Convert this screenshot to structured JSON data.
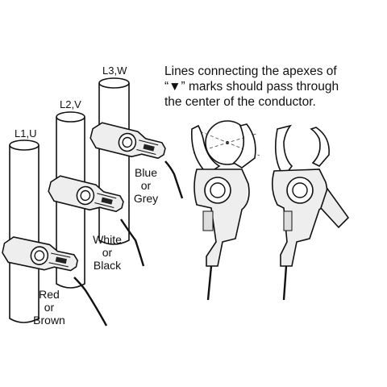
{
  "phase_labels": {
    "l1": "L1,U",
    "l2": "L2,V",
    "l3": "L3,W"
  },
  "wire_labels": {
    "l1": [
      "Red",
      "or",
      "Brown"
    ],
    "l2": [
      "White",
      "or",
      "Black"
    ],
    "l3": [
      "Blue",
      "or",
      "Grey"
    ]
  },
  "instruction_lines": [
    "Lines connecting the apexes of",
    "“▼” marks should pass through",
    "the center of the conductor."
  ],
  "colors": {
    "ink": "#111111",
    "conductor_fill": "#ffffff",
    "clamp_fill": "#eeeeee"
  }
}
